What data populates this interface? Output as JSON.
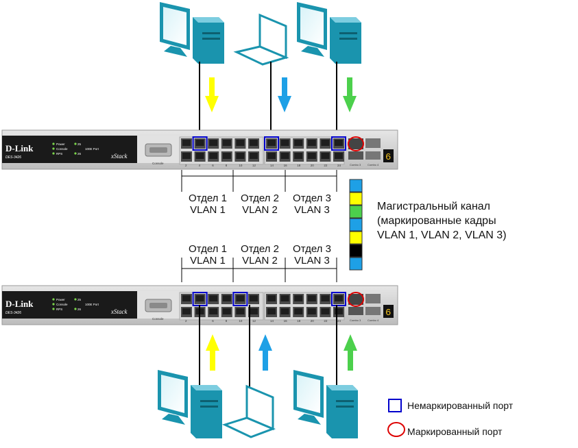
{
  "switches": [
    {
      "brand": "D-Link",
      "model": "DES-3426",
      "leds": [
        "Power",
        "Console",
        "RPS"
      ],
      "port_group_labels": [
        "25",
        "26"
      ],
      "port_type_label": "100E Port",
      "series": "xStack",
      "console_label": "Console",
      "port_numbers": [
        "2",
        "4",
        "6",
        "8",
        "10",
        "12",
        "14",
        "16",
        "18",
        "20",
        "22",
        "24"
      ],
      "combo_labels": [
        "Combo 3",
        "Combo 4"
      ],
      "stack_id": "6"
    },
    {
      "brand": "D-Link",
      "model": "DES-3426",
      "leds": [
        "Power",
        "Console",
        "RPS"
      ],
      "port_group_labels": [
        "25",
        "26"
      ],
      "port_type_label": "100E Port",
      "series": "xStack",
      "console_label": "Console",
      "port_numbers": [
        "2",
        "4",
        "6",
        "8",
        "10",
        "12",
        "14",
        "16",
        "18",
        "20",
        "22",
        "24"
      ],
      "combo_labels": [
        "Combo 3",
        "Combo 4"
      ],
      "stack_id": "6"
    }
  ],
  "departments_top": [
    {
      "dept": "Отдел 1",
      "vlan": "VLAN 1"
    },
    {
      "dept": "Отдел 2",
      "vlan": "VLAN 2"
    },
    {
      "dept": "Отдел 3",
      "vlan": "VLAN 3"
    }
  ],
  "departments_bottom": [
    {
      "dept": "Отдел 1",
      "vlan": "VLAN 1"
    },
    {
      "dept": "Отдел 2",
      "vlan": "VLAN 2"
    },
    {
      "dept": "Отдел 3",
      "vlan": "VLAN 3"
    }
  ],
  "trunk": {
    "line1": "Магистральный канал",
    "line2": "(маркированные кадры",
    "line3": "VLAN 1, VLAN 2, VLAN 3)"
  },
  "frame_stack_colors": [
    "#1ea0e6",
    "#ffff00",
    "#4cd04c",
    "#1ea0e6",
    "#ffff00",
    "#000000",
    "#1ea0e6"
  ],
  "arrow_colors": {
    "vlan1": "#ffff00",
    "vlan2": "#1ea0e6",
    "vlan3": "#4cd04c"
  },
  "legend": {
    "untagged": "Немаркированный порт",
    "tagged": "Маркированный порт"
  },
  "colors": {
    "device_teal": "#1a94ae",
    "untagged_box": "#0000cc",
    "tagged_circle": "#dd0000"
  }
}
